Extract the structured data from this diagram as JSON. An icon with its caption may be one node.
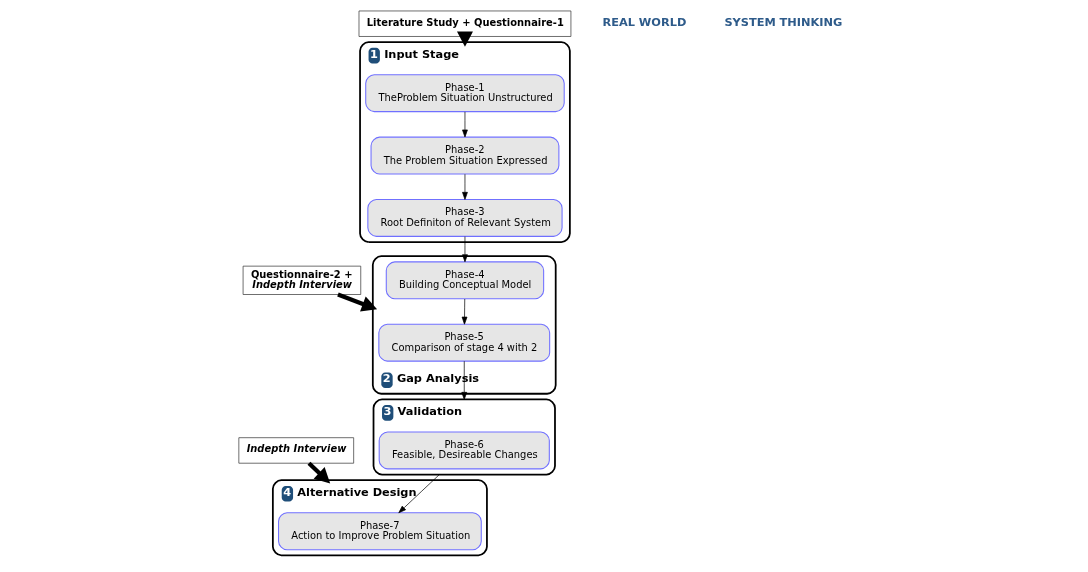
{
  "diagram": {
    "nodes": [
      {
        "text": [
          "1",
          "Input Stage"
        ]
      },
      {
        "text": [
          "Phase-1",
          "TheProblem Situation Unstructured"
        ],
        "in": 0
      },
      {
        "text": [
          "Phase-2",
          "The Problem Situation Expressed"
        ],
        "in": 0
      },
      {
        "text": [
          "Phase-3",
          "Root Definiton of Relevant System"
        ],
        "in": 0
      },
      {
        "text": [
          "4",
          "Alternative Design"
        ]
      },
      {
        "text": [
          "Phase-7",
          "Action to Improve Problem Situation"
        ],
        "in": 4
      },
      {
        "text": [
          "3",
          "Validation"
        ]
      },
      {
        "text": [
          "Phase-6",
          "Feasible, Desireable Changes"
        ],
        "in": 6
      },
      {
        "text": [
          "2",
          "Gap Analysis"
        ]
      },
      {
        "text": [
          "Phase-5",
          "Comparison of stage 4 with 2"
        ],
        "in": 8
      },
      {
        "text": [
          "Phase-4",
          "Building Conceptual Model"
        ],
        "in": 8
      },
      {
        "text": [
          "Literature Study + Questionnaire-1"
        ]
      },
      {
        "text": [
          "Indepth Interview"
        ]
      },
      {
        "text": [
          "Questionnaire-2 +",
          "Indepth Interview"
        ]
      }
    ],
    "edges": [
      {
        "from": 1,
        "to": 2,
        "arrow": "to"
      },
      {
        "from": 2,
        "to": 3,
        "arrow": "to"
      },
      {
        "from": 3,
        "to": 10,
        "arrow": "to"
      },
      {
        "from": 10,
        "to": 9,
        "arrow": "to"
      },
      {
        "from": 9,
        "to": 6,
        "arrow": "to"
      },
      {
        "from": 6,
        "to": 5,
        "arrow": "to"
      },
      {
        "from": 11,
        "to": 0,
        "arrow": "to",
        "style": "thick"
      },
      {
        "from": 12,
        "to": 4,
        "arrow": "to",
        "style": "thick"
      },
      {
        "from": 13,
        "to": 8,
        "arrow": "to",
        "style": "thick"
      }
    ],
    "labels": [
      "REAL WORLD",
      "SYSTEM THINKING"
    ]
  }
}
